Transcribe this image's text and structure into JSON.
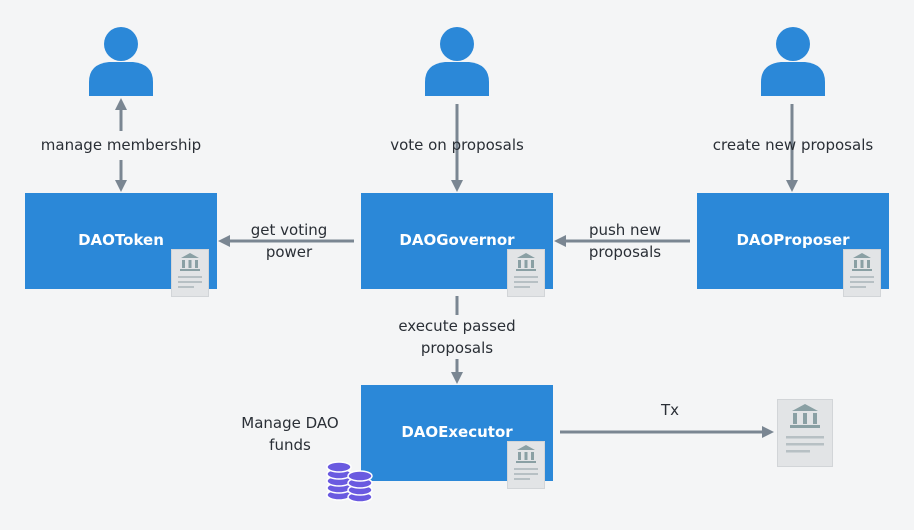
{
  "actors": {
    "left": "person-icon",
    "center": "person-icon",
    "right": "person-icon"
  },
  "contracts": {
    "token": "DAOToken",
    "governor": "DAOGovernor",
    "proposer": "DAOProposer",
    "executor": "DAOExecutor"
  },
  "edges": {
    "manage_membership": "manage membership",
    "vote_on_proposals": "vote on proposals",
    "create_new_proposals": "create new proposals",
    "get_voting_power_1": "get voting",
    "get_voting_power_2": "power",
    "push_new_proposals_1": "push new",
    "push_new_proposals_2": "proposals",
    "execute_passed_1": "execute passed",
    "execute_passed_2": "proposals",
    "tx": "Tx"
  },
  "funds": {
    "label_1": "Manage DAO",
    "label_2": "funds"
  },
  "colors": {
    "background": "#f4f5f6",
    "box": "#2b88d8",
    "person": "#2b88d8",
    "arrow": "#7a8692",
    "coins": "#6a5ae0",
    "doc": "#e2e4e6",
    "doc_icon": "#8aa0a4"
  }
}
